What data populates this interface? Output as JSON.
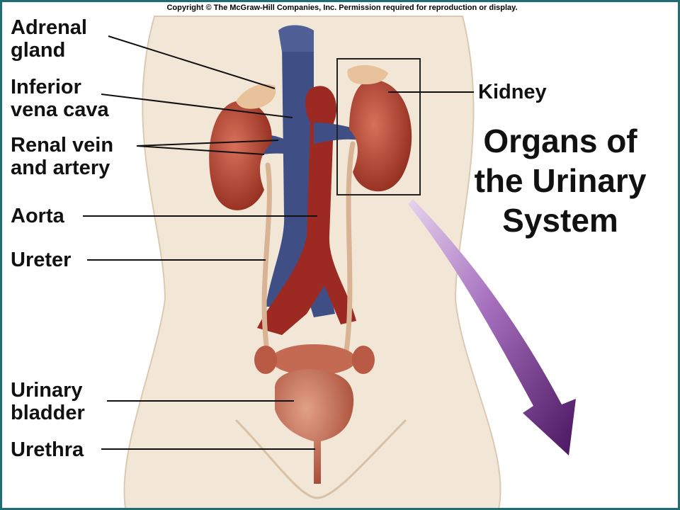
{
  "copyright": "Copyright © The McGraw-Hill Companies, Inc. Permission required for reproduction or display.",
  "title_lines": [
    "Organs of",
    "the Urinary",
    "System"
  ],
  "labels": {
    "adrenal_1": "Adrenal",
    "adrenal_2": "gland",
    "ivc_1": "Inferior",
    "ivc_2": "vena cava",
    "renal_1": "Renal vein",
    "renal_2": "and artery",
    "aorta": "Aorta",
    "ureter": "Ureter",
    "bladder_1": "Urinary",
    "bladder_2": "bladder",
    "urethra": "Urethra",
    "kidney": "Kidney"
  },
  "colors": {
    "skin": "#f2e6d6",
    "kidney": "#b3402d",
    "vein": "#3f4f86",
    "artery": "#9c2a22",
    "ureter": "#d8b494",
    "arrow": "#5a1e6e"
  }
}
